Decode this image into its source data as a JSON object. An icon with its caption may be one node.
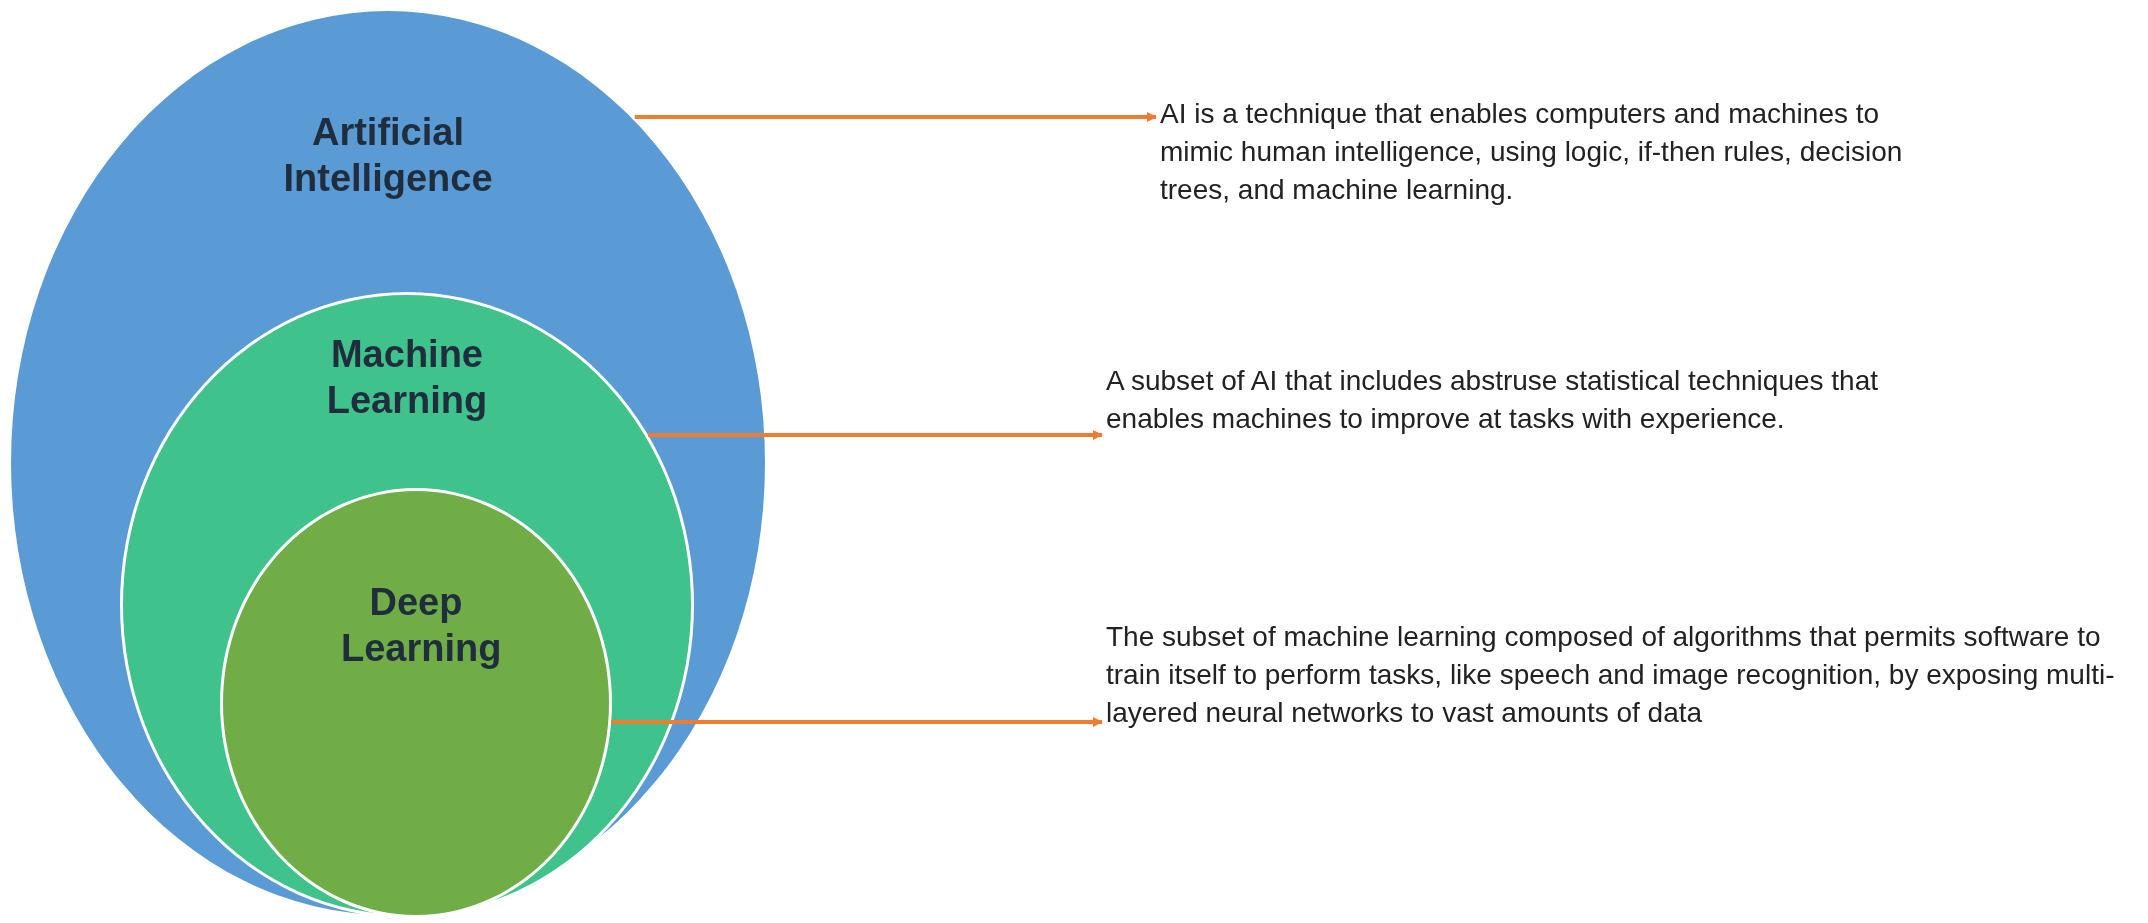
{
  "diagram": {
    "nodes": [
      {
        "text": [
          "Artificial Intelligence"
        ]
      },
      {
        "text": [
          "Machine Learning"
        ],
        "in": 0
      },
      {
        "text": [
          "Deep Learning"
        ],
        "in": 1
      },
      {
        "text": [
          "AI is a technique that enables computers and machines to mimic human intelligence, using logic, if-then rules, decision trees, and machine learning."
        ]
      },
      {
        "text": [
          "A subset of AI that includes abstruse statistical techniques that enables machines to improve at tasks with experience."
        ]
      },
      {
        "text": [
          "The subset of machine learning composed of algorithms that permits software to train itself to perform tasks, like speech and image recognition, by exposing multi-layered neural networks to vast amounts of data"
        ]
      }
    ],
    "edges": [
      {
        "from": 0,
        "to": 3,
        "arrow": "to"
      },
      {
        "from": 1,
        "to": 4,
        "arrow": "to"
      },
      {
        "from": 2,
        "to": 5,
        "arrow": "to"
      }
    ]
  }
}
